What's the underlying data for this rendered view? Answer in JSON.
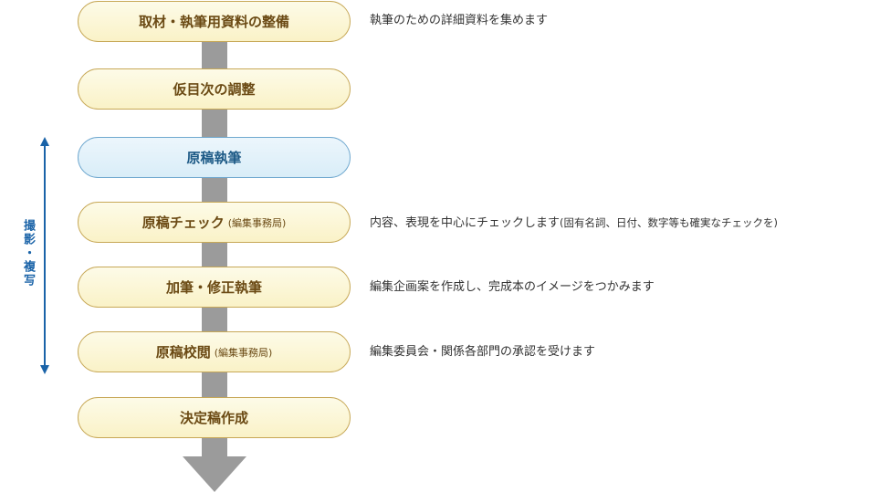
{
  "steps": [
    {
      "label": "取材・執筆用資料の整備",
      "note": "",
      "description": "執筆のための詳細資料を集めます",
      "description_note": ""
    },
    {
      "label": "仮目次の調整",
      "note": "",
      "description": "",
      "description_note": ""
    },
    {
      "label": "原稿執筆",
      "note": "",
      "description": "",
      "description_note": ""
    },
    {
      "label": "原稿チェック",
      "note": "(編集事務局)",
      "description": "内容、表現を中心にチェックします",
      "description_note": "(固有名詞、日付、数字等も確実なチェックを)"
    },
    {
      "label": "加筆・修正執筆",
      "note": "",
      "description": "編集企画案を作成し、完成本のイメージをつかみます",
      "description_note": ""
    },
    {
      "label": "原稿校閲",
      "note": "(編集事務局)",
      "description": "編集委員会・関係各部門の承認を受けます",
      "description_note": ""
    },
    {
      "label": "決定稿作成",
      "note": "",
      "description": "",
      "description_note": ""
    }
  ],
  "side_label": "撮影・複写",
  "colors": {
    "step_border": "#c7a857",
    "step_fill": "#faf2c7",
    "step_text": "#6b4a14",
    "highlight_border": "#6fa8cf",
    "highlight_fill": "#d9edf8",
    "highlight_text": "#1d5a86",
    "spine": "#9b9b9b",
    "bracket": "#1a63a8"
  },
  "icons": {
    "flow_arrow": "down-arrow-icon",
    "bracket": "double-headed-arrow-icon"
  }
}
